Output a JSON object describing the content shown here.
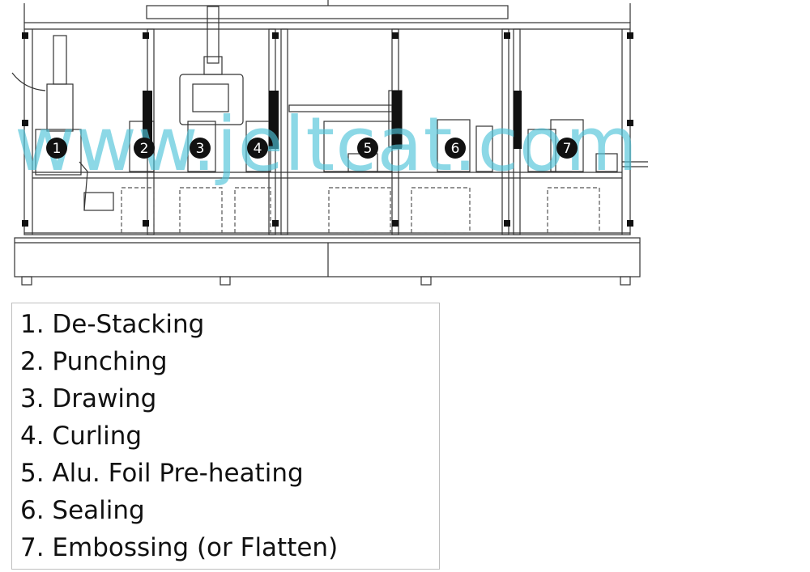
{
  "watermark": "www.jeltcat.com",
  "stations": [
    {
      "number": "1"
    },
    {
      "number": "2"
    },
    {
      "number": "3"
    },
    {
      "number": "4"
    },
    {
      "number": "5"
    },
    {
      "number": "6"
    },
    {
      "number": "7"
    }
  ],
  "legend": {
    "items": [
      "1. De-Stacking",
      "2. Punching",
      "3. Drawing",
      "4. Curling",
      "5. Alu. Foil Pre-heating",
      "6. Sealing",
      "7. Embossing (or Flatten)"
    ]
  }
}
